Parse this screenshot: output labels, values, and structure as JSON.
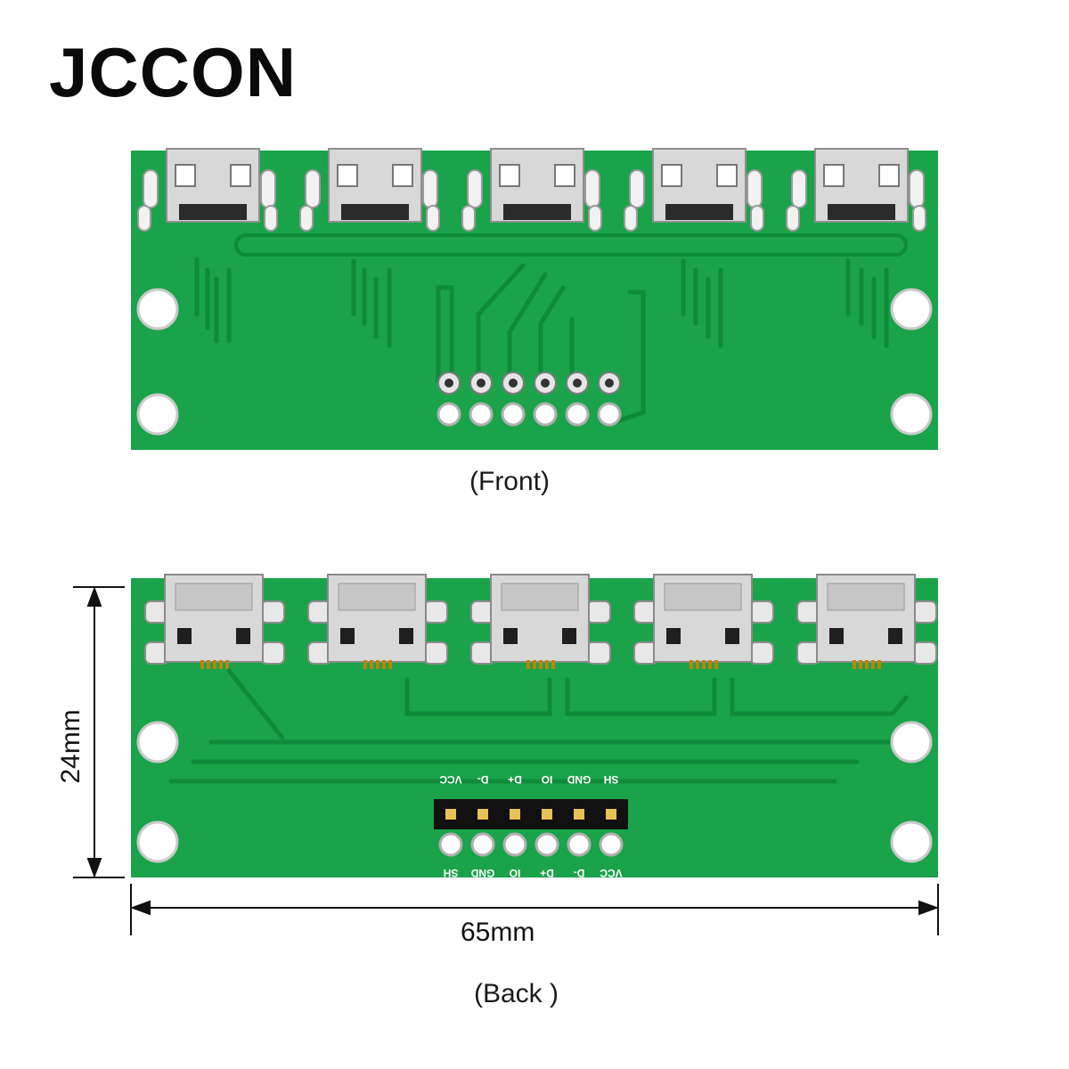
{
  "brand": "JCCON",
  "front": {
    "caption": "(Front)",
    "port_count": 5
  },
  "back": {
    "caption": "(Back )",
    "port_count": 5,
    "header_labels_top": [
      "SH",
      "GND",
      "IO",
      "D+",
      "D-",
      "VCC"
    ],
    "header_labels_bottom": [
      "VCC",
      "D-",
      "D+",
      "IO",
      "GND",
      "SH"
    ]
  },
  "dimensions": {
    "width": "65mm",
    "height": "24mm"
  },
  "colors": {
    "pcb_green": "#1aa34a",
    "pcb_trace": "#0f8a3a",
    "pad_silver": "#d8d8d8",
    "header_black": "#111111"
  }
}
